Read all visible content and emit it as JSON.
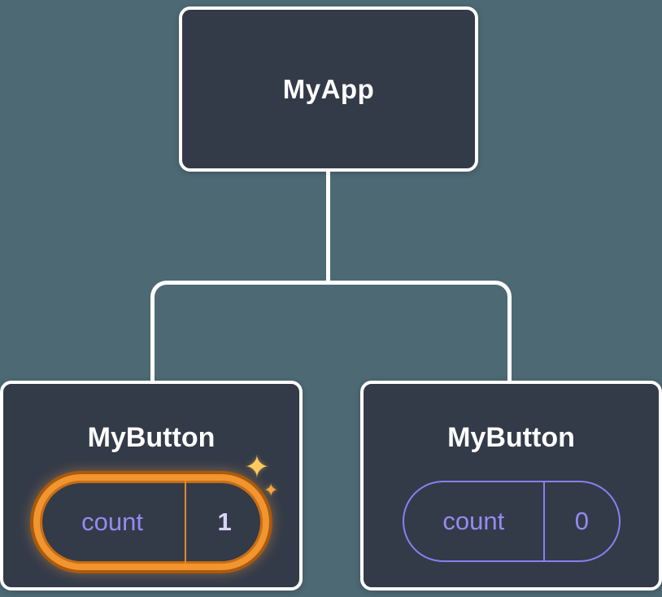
{
  "root_node": {
    "label": "MyApp"
  },
  "child_nodes": [
    {
      "label": "MyButton",
      "state": {
        "key": "count",
        "value": "1"
      },
      "highlighted": true
    },
    {
      "label": "MyButton",
      "state": {
        "key": "count",
        "value": "0"
      },
      "highlighted": false
    }
  ],
  "icons": {
    "sparkle": "✦"
  },
  "colors": {
    "background": "#4d6974",
    "node_bg": "#333b49",
    "node_border": "#ffffff",
    "connector": "#ffffff",
    "node_text": "#ffffff",
    "state_text": "#968af0",
    "state_value_highlight": "#d9d5f8",
    "pill_border": "#8a7ff0",
    "highlight_border": "#f2952f",
    "highlight_ring": "#a85a0e",
    "highlight_inner": "#c96e12",
    "highlight_glow": "rgba(255,164,70,0.45)",
    "sparkle_big": "#ffc95e",
    "sparkle_small": "#f2a93b"
  }
}
